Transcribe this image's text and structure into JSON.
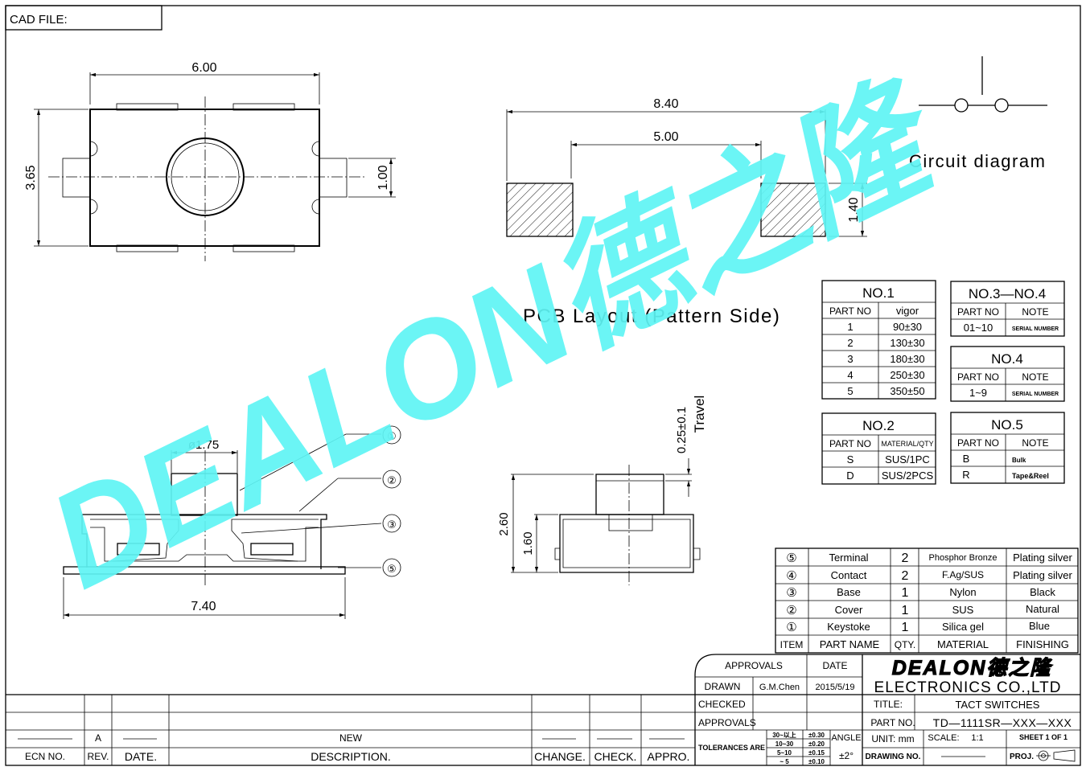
{
  "header": {
    "cad_file": "CAD FILE:"
  },
  "top_view": {
    "width": "6.00",
    "height": "3.65",
    "terminal": "1.00"
  },
  "pcb": {
    "overall": "8.40",
    "inner": "5.00",
    "pad_height": "1.40",
    "title": "PCB Layout (Pattern Side)"
  },
  "circuit": {
    "title": "Circuit diagram"
  },
  "watermark": {
    "text": "DEALON德之隆",
    "color": "#5ff5f5"
  },
  "side_view": {
    "diameter": "ø1.75",
    "width": "7.40",
    "callouts": [
      "①",
      "②",
      "③",
      "⑤"
    ]
  },
  "front_view": {
    "travel": "0.25±0.1",
    "travel_label": "Travel",
    "h1": "2.60",
    "h2": "1.60"
  },
  "no1": {
    "title": "NO.1",
    "headers": [
      "PART NO",
      "vigor"
    ],
    "rows": [
      [
        "1",
        "90±30"
      ],
      [
        "2",
        "130±30"
      ],
      [
        "3",
        "180±30"
      ],
      [
        "4",
        "250±30"
      ],
      [
        "5",
        "350±50"
      ]
    ]
  },
  "no2": {
    "title": "NO.2",
    "headers": [
      "PART NO",
      "MATERIAL/QTY"
    ],
    "rows": [
      [
        "S",
        "SUS/1PC"
      ],
      [
        "D",
        "SUS/2PCS"
      ]
    ]
  },
  "no34": {
    "title": "NO.3—NO.4",
    "headers": [
      "PART NO",
      "NOTE"
    ],
    "rows": [
      [
        "01~10",
        "SERIAL NUMBER"
      ]
    ]
  },
  "no4": {
    "title": "NO.4",
    "headers": [
      "PART NO",
      "NOTE"
    ],
    "rows": [
      [
        "1~9",
        "SERIAL NUMBER"
      ]
    ]
  },
  "no5": {
    "title": "NO.5",
    "headers": [
      "PART NO",
      "NOTE"
    ],
    "rows": [
      [
        "B",
        "Bulk"
      ],
      [
        "R",
        "Tape&Reel"
      ]
    ]
  },
  "bom": {
    "rows": [
      [
        "⑤",
        "Terminal",
        "2",
        "Phosphor Bronze",
        "Plating silver"
      ],
      [
        "④",
        "Contact",
        "2",
        "F.Ag/SUS",
        "Plating silver"
      ],
      [
        "③",
        "Base",
        "1",
        "Nylon",
        "Black"
      ],
      [
        "②",
        "Cover",
        "1",
        "SUS",
        "Natural"
      ],
      [
        "①",
        "Keystoke",
        "1",
        "Silica gel",
        "Blue"
      ]
    ],
    "headers": [
      "ITEM",
      "PART NAME",
      "QTY.",
      "MATERIAL",
      "FINISHING"
    ]
  },
  "title_block": {
    "approvals": "APPROVALS",
    "date": "DATE",
    "drawn": "DRAWN",
    "drawn_by": "G.M.Chen",
    "drawn_date": "2015/5/19",
    "checked": "CHECKED",
    "approvals2": "APPROVALS",
    "tolerances": "TOLERANCES ARE",
    "tol_ranges": [
      "30~以上",
      "10~30",
      "5~10",
      "~ 5"
    ],
    "tol_values": [
      "±0.30",
      "±0.20",
      "±0.15",
      "±0.10"
    ],
    "angle": "ANGLE",
    "angle_value": "±2°",
    "logo": "DEALON德之隆",
    "company": "ELECTRONICS CO.,LTD",
    "title_label": "TITLE:",
    "title": "TACT SWITCHES",
    "part_no_label": "PART NO.",
    "part_no": "TD—1111SR—XXX—XXX",
    "unit": "UNIT: mm",
    "scale": "SCALE:",
    "scale_value": "1:1",
    "sheet": "SHEET 1 OF 1",
    "drawing_no": "DRAWING NO.",
    "proj": "PROJ."
  },
  "revision": {
    "rev": "A",
    "description": "NEW",
    "headers": [
      "ECN NO.",
      "REV.",
      "DATE.",
      "DESCRIPTION.",
      "CHANGE.",
      "CHECK.",
      "APPRO."
    ]
  }
}
